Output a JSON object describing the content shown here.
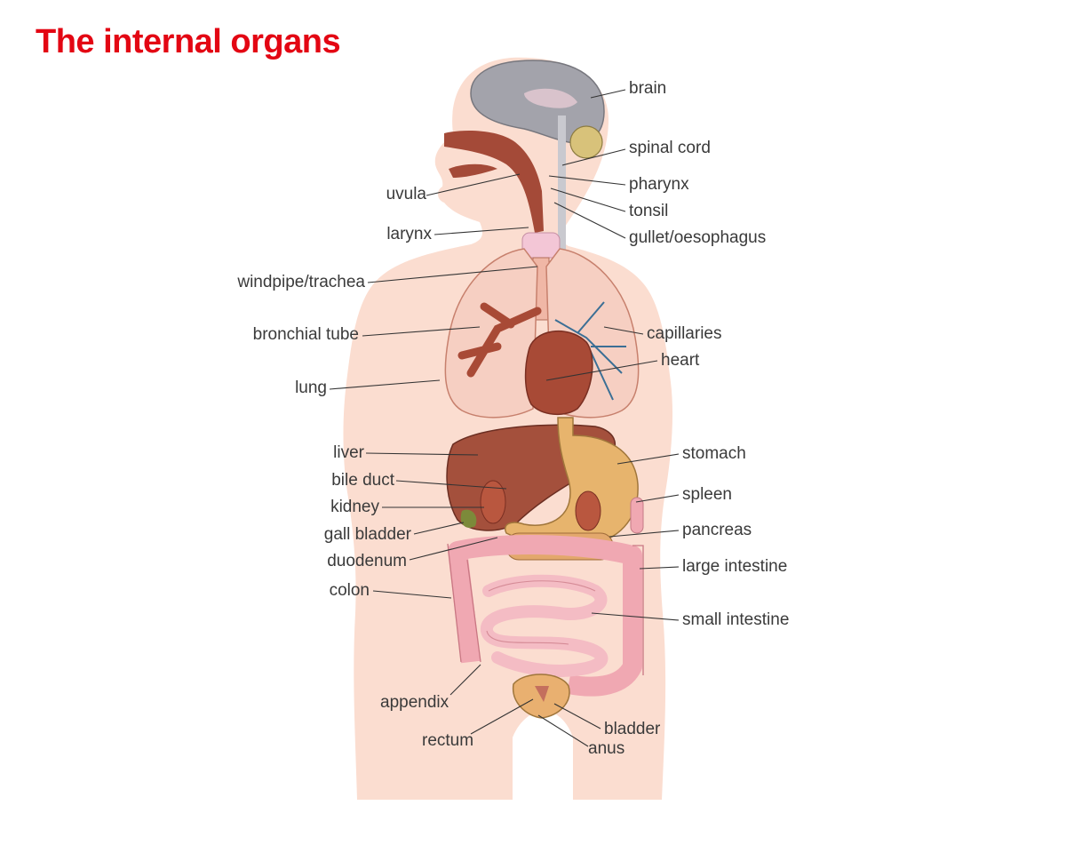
{
  "title": "The internal organs",
  "labels": {
    "brain": "brain",
    "spinal_cord": "spinal cord",
    "pharynx": "pharynx",
    "tonsil": "tonsil",
    "gullet": "gullet/oesophagus",
    "uvula": "uvula",
    "larynx": "larynx",
    "windpipe": "windpipe/trachea",
    "bronchial_tube": "bronchial tube",
    "capillaries": "capillaries",
    "heart": "heart",
    "lung": "lung",
    "liver": "liver",
    "bile_duct": "bile duct",
    "kidney": "kidney",
    "gall_bladder": "gall bladder",
    "duodenum": "duodenum",
    "colon": "colon",
    "stomach": "stomach",
    "spleen": "spleen",
    "pancreas": "pancreas",
    "large_intestine": "large intestine",
    "small_intestine": "small intestine",
    "appendix": "appendix",
    "rectum": "rectum",
    "bladder": "bladder",
    "anus": "anus"
  },
  "colors": {
    "title": "#e30613",
    "body_silhouette": "#fbddd0",
    "organ_red": "#a84a36",
    "lung_pink": "#f6cfc2",
    "intestine_pink": "#f0a8b2",
    "brain_grey": "#9a9aa3",
    "stomach_tan": "#e7b46d"
  }
}
